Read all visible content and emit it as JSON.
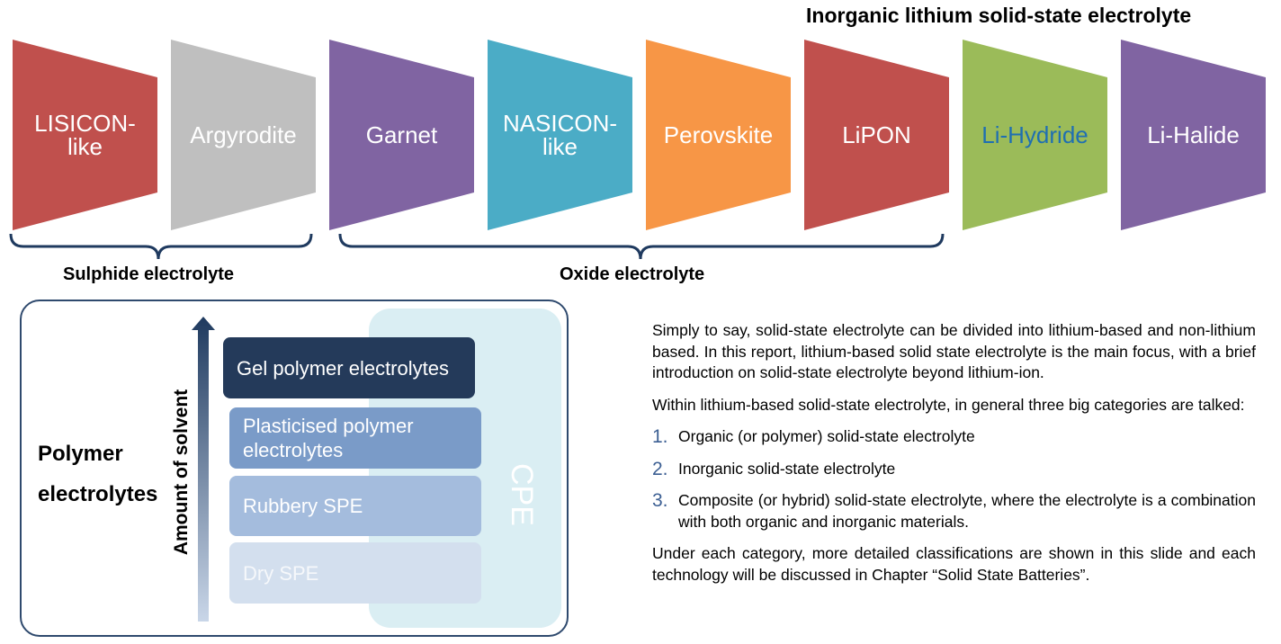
{
  "header": {
    "title": "Inorganic lithium solid-state electrolyte"
  },
  "inorganic_types": [
    {
      "label": "LISICON-\nlike",
      "color": "#c0504d",
      "text_color": "#ffffff"
    },
    {
      "label": "Argyrodite",
      "color": "#bfbfbf",
      "text_color": "#ffffff"
    },
    {
      "label": "Garnet",
      "color": "#8064a2",
      "text_color": "#ffffff"
    },
    {
      "label": "NASICON-\nlike",
      "color": "#4bacc6",
      "text_color": "#ffffff"
    },
    {
      "label": "Perovskite",
      "color": "#f79646",
      "text_color": "#ffffff"
    },
    {
      "label": "LiPON",
      "color": "#c0504d",
      "text_color": "#ffffff"
    },
    {
      "label": "Li-Hydride",
      "color": "#9bbb59",
      "text_color": "#1f6fb2"
    },
    {
      "label": "Li-Halide",
      "color": "#8064a2",
      "text_color": "#ffffff"
    }
  ],
  "groups": {
    "sulphide": "Sulphide electrolyte",
    "oxide": "Oxide electrolyte"
  },
  "polymer": {
    "title_line1": "Polymer",
    "title_line2": "electrolytes",
    "axis_label": "Amount of solvent",
    "cpe_label": "CPE",
    "layers": {
      "gel": "Gel polymer electrolytes",
      "plasticised": "Plasticised polymer electrolytes",
      "rubbery": "Rubbery SPE",
      "dry": "Dry SPE"
    }
  },
  "description": {
    "para1": "Simply to say, solid-state electrolyte can be divided into lithium-based and non-lithium based. In this report, lithium-based solid state electrolyte is the main focus, with a brief introduction on solid-state electrolyte beyond lithium-ion.",
    "para2": "Within lithium-based solid-state electrolyte, in general three big categories are talked:",
    "list": [
      {
        "num": "1.",
        "text": "Organic (or polymer) solid-state electrolyte"
      },
      {
        "num": "2.",
        "text": "Inorganic solid-state electrolyte"
      },
      {
        "num": "3.",
        "text": "Composite (or hybrid) solid-state electrolyte, where the electrolyte is a combination with both organic and inorganic materials."
      }
    ],
    "para3": "Under each category, more detailed classifications are shown in this slide and each technology will be discussed in Chapter “Solid State Batteries”."
  },
  "colors": {
    "arrow_top": "#1f3a5f",
    "arrow_bottom": "#c9d6e8",
    "brace": "#1f3a5f",
    "list_number": "#3c5f93"
  }
}
